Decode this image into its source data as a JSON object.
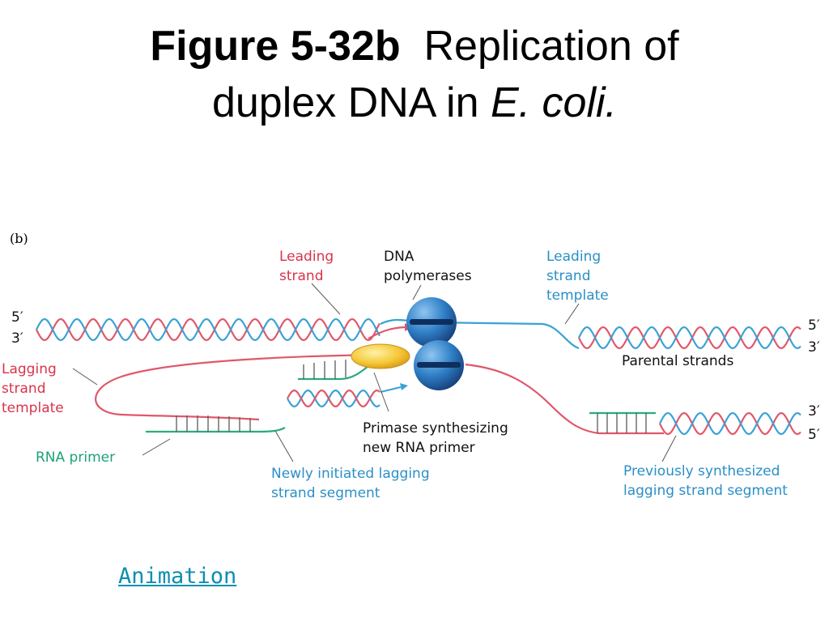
{
  "title": {
    "bold": "Figure 5-32b",
    "regular": "Replication of",
    "line2_regular": "duplex DNA in",
    "line2_italic": "E. coli."
  },
  "diagram": {
    "panel_tag": "(b)",
    "labels": {
      "leading_strand": [
        "Leading",
        "strand"
      ],
      "dna_polymerases": [
        "DNA",
        "polymerases"
      ],
      "leading_strand_template": [
        "Leading",
        "strand",
        "template"
      ],
      "left_5": "5′",
      "left_3": "3′",
      "right_top_5": "5′",
      "right_top_3": "3′",
      "parental_strands": "Parental strands",
      "lagging_strand_template": [
        "Lagging",
        "strand",
        "template"
      ],
      "right_bottom_3": "3′",
      "right_bottom_5": "5′",
      "primase": [
        "Primase synthesizing",
        "new RNA primer"
      ],
      "rna_primer": "RNA primer",
      "newly_initiated": [
        "Newly initiated lagging",
        "strand segment"
      ],
      "previously_synthesized": [
        "Previously synthesized",
        "lagging strand segment"
      ]
    },
    "colors": {
      "red_strand": "#e0576a",
      "blue_strand": "#3aa2d3",
      "green_primer": "#2bab7e",
      "polymerase": "#1d5fa0",
      "primase": "#f2c230"
    }
  },
  "link": {
    "label": "Animation"
  }
}
